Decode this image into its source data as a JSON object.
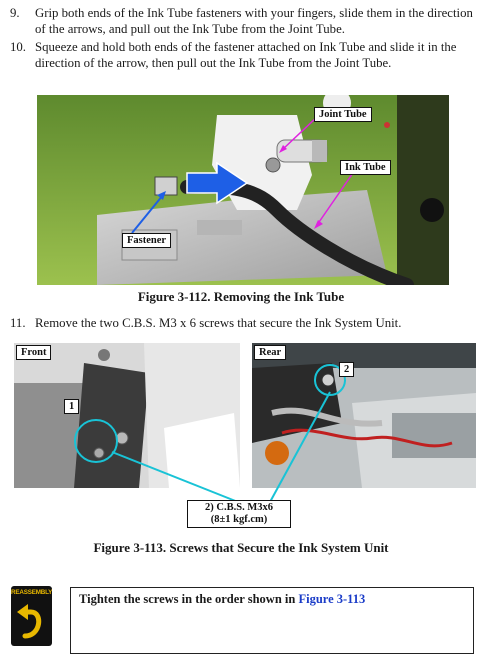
{
  "steps": [
    {
      "number": "9.",
      "text": "Grip both ends of the Ink Tube fasteners with your fingers, slide them in the direction of the arrows, and pull out the Ink Tube from the Joint Tube."
    },
    {
      "number": "10.",
      "text": "Squeeze and hold both ends of the fastener attached on Ink Tube and slide it in the direction of the arrow, then pull out the Ink Tube from the Joint Tube."
    },
    {
      "number": "11.",
      "text": "Remove the two C.B.S. M3 x 6 screws that secure the Ink System Unit."
    }
  ],
  "figure112": {
    "caption": "Figure 3-112. Removing the Ink Tube",
    "labels": {
      "joint_tube": "Joint Tube",
      "ink_tube": "Ink Tube",
      "fastener": "Fastener"
    }
  },
  "figure113": {
    "caption": "Figure 3-113. Screws that Secure the Ink System Unit",
    "front_label": "Front",
    "rear_label": "Rear",
    "marker1": "1",
    "marker2": "2",
    "screw_line1": "2) C.B.S. M3x6",
    "screw_line2": "(8±1 kgf.cm)"
  },
  "reassembly": {
    "icon_text": "REASSEMBLY",
    "text_prefix": "Tighten the screws in the order shown in ",
    "link": "Figure 3-113"
  },
  "colors": {
    "arrow_blue": "#1e5fe6",
    "pointer_magenta": "#e020e0",
    "circle_cyan": "#19c3d6",
    "link_blue": "#1a3cc8",
    "badge_yellow": "#e8b800"
  }
}
